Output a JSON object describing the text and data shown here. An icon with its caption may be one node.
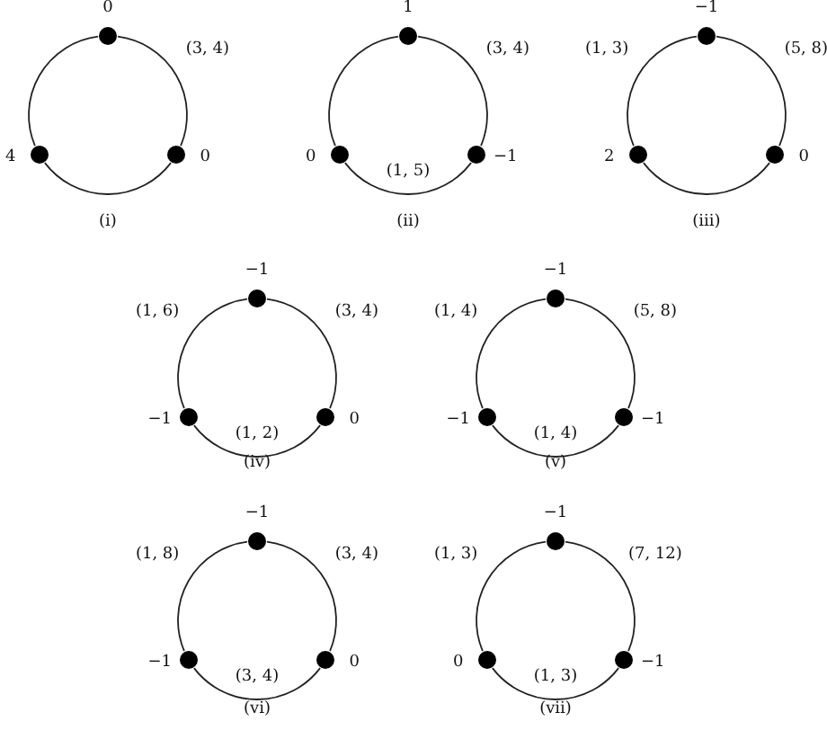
{
  "diagram": {
    "nodes": [
      {
        "text": [],
        "shape": "circle",
        "beside": [
          "0"
        ]
      },
      {
        "text": [],
        "shape": "circle",
        "beside": [
          "4"
        ]
      },
      {
        "text": [],
        "shape": "circle",
        "beside": [
          "0"
        ]
      },
      {
        "text": [],
        "shape": "circle",
        "beside": [
          "1"
        ]
      },
      {
        "text": [],
        "shape": "circle",
        "beside": [
          "0"
        ]
      },
      {
        "text": [],
        "shape": "circle",
        "beside": [
          "−1"
        ]
      },
      {
        "text": [],
        "shape": "circle",
        "beside": [
          "−1"
        ]
      },
      {
        "text": [],
        "shape": "circle",
        "beside": [
          "2"
        ]
      },
      {
        "text": [],
        "shape": "circle",
        "beside": [
          "0"
        ]
      },
      {
        "text": [],
        "shape": "circle",
        "beside": [
          "−1"
        ]
      },
      {
        "text": [],
        "shape": "circle",
        "beside": [
          "−1"
        ]
      },
      {
        "text": [],
        "shape": "circle",
        "beside": [
          "0"
        ]
      },
      {
        "text": [],
        "shape": "circle",
        "beside": [
          "−1"
        ]
      },
      {
        "text": [],
        "shape": "circle",
        "beside": [
          "−1"
        ]
      },
      {
        "text": [],
        "shape": "circle",
        "beside": [
          "−1"
        ]
      },
      {
        "text": [],
        "shape": "circle",
        "beside": [
          "−1"
        ]
      },
      {
        "text": [],
        "shape": "circle",
        "beside": [
          "−1"
        ]
      },
      {
        "text": [],
        "shape": "circle",
        "beside": [
          "0"
        ]
      },
      {
        "text": [],
        "shape": "circle",
        "beside": [
          "−1"
        ]
      },
      {
        "text": [],
        "shape": "circle",
        "beside": [
          "0"
        ]
      },
      {
        "text": [],
        "shape": "circle",
        "beside": [
          "−1"
        ]
      }
    ],
    "edges": [
      {
        "from": 0,
        "to": 2,
        "arrow": "none",
        "label": "(3, 4)"
      },
      {
        "from": 2,
        "to": 1,
        "arrow": "none"
      },
      {
        "from": 1,
        "to": 0,
        "arrow": "none"
      },
      {
        "from": 3,
        "to": 5,
        "arrow": "none",
        "label": "(3, 4)"
      },
      {
        "from": 5,
        "to": 4,
        "arrow": "none",
        "label": "(1, 5)"
      },
      {
        "from": 4,
        "to": 3,
        "arrow": "none"
      },
      {
        "from": 6,
        "to": 8,
        "arrow": "none",
        "label": "(5, 8)"
      },
      {
        "from": 8,
        "to": 7,
        "arrow": "none"
      },
      {
        "from": 7,
        "to": 6,
        "arrow": "none",
        "label": "(1, 3)"
      },
      {
        "from": 9,
        "to": 11,
        "arrow": "none",
        "label": "(3, 4)"
      },
      {
        "from": 11,
        "to": 10,
        "arrow": "none",
        "label": "(1, 2)"
      },
      {
        "from": 10,
        "to": 9,
        "arrow": "none",
        "label": "(1, 6)"
      },
      {
        "from": 12,
        "to": 14,
        "arrow": "none",
        "label": "(5, 8)"
      },
      {
        "from": 14,
        "to": 13,
        "arrow": "none",
        "label": "(1, 4)"
      },
      {
        "from": 13,
        "to": 12,
        "arrow": "none",
        "label": "(1, 4)"
      },
      {
        "from": 15,
        "to": 17,
        "arrow": "none",
        "label": "(3, 4)"
      },
      {
        "from": 17,
        "to": 16,
        "arrow": "none",
        "label": "(3, 4)"
      },
      {
        "from": 16,
        "to": 15,
        "arrow": "none",
        "label": "(1, 8)"
      },
      {
        "from": 18,
        "to": 20,
        "arrow": "none",
        "label": "(7, 12)"
      },
      {
        "from": 20,
        "to": 19,
        "arrow": "none",
        "label": "(1, 3)"
      },
      {
        "from": 19,
        "to": 18,
        "arrow": "none",
        "label": "(1, 3)"
      }
    ],
    "labels": [
      "(i)",
      "(ii)",
      "(iii)",
      "(iv)",
      "(v)",
      "(vi)",
      "(vii)"
    ]
  }
}
